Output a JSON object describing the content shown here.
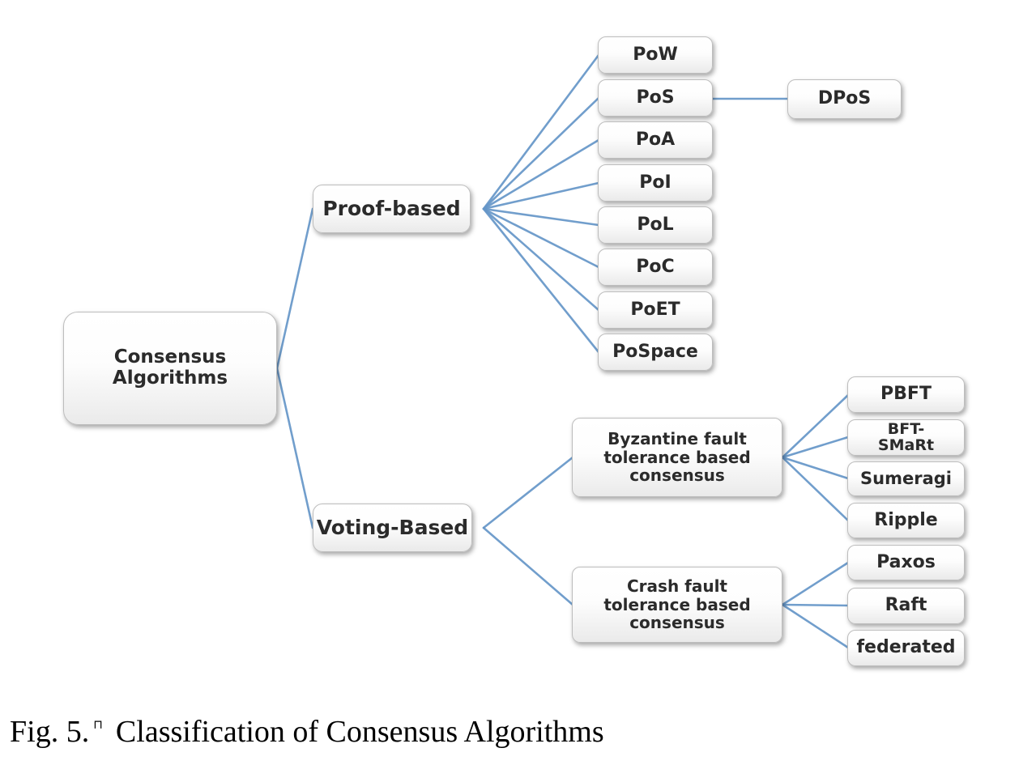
{
  "figure": {
    "caption": {
      "figure_label": "Fig. 5.",
      "stray_mark": "⊓",
      "title": "Classification of Consensus Algorithms"
    }
  },
  "colors": {
    "connector_blue": "#6596C8",
    "node_border": "#BDBDBD",
    "node_text": "#2B2B2B",
    "node_fill_top": "#FFFFFF",
    "node_fill_bottom": "#EAEAEA"
  },
  "tree": {
    "root": {
      "label": "Consensus Algorithms"
    },
    "proof": {
      "label": "Proof-based",
      "leaves": [
        {
          "label": "PoW"
        },
        {
          "label": "PoS"
        },
        {
          "label": "PoA"
        },
        {
          "label": "PoI"
        },
        {
          "label": "PoL"
        },
        {
          "label": "PoC"
        },
        {
          "label": "PoET"
        },
        {
          "label": "PoSpace"
        }
      ],
      "pos_child": {
        "label": "DPoS",
        "parent": "PoS"
      }
    },
    "voting": {
      "label": "Voting-Based",
      "byzantine": {
        "label": "Byzantine fault tolerance based consensus",
        "leaves": [
          {
            "label": "PBFT"
          },
          {
            "label": "BFT-SMaRt"
          },
          {
            "label": "Sumeragi"
          },
          {
            "label": "Ripple"
          }
        ]
      },
      "crash": {
        "label": "Crash fault tolerance based consensus",
        "leaves": [
          {
            "label": "Paxos"
          },
          {
            "label": "Raft"
          },
          {
            "label": "federated"
          }
        ]
      }
    }
  }
}
